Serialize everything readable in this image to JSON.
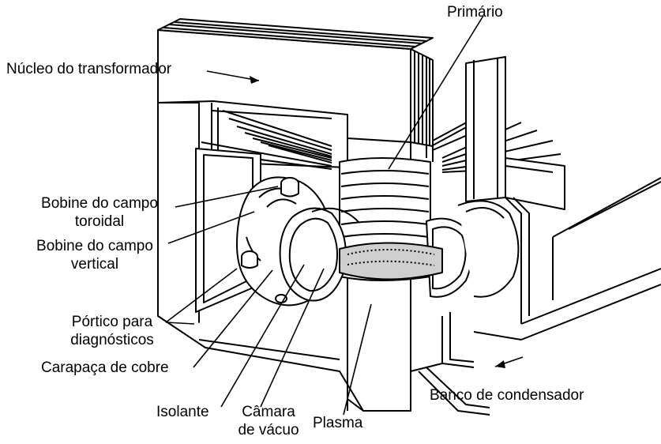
{
  "labels": {
    "primario": "Primário",
    "nucleo": "Núcleo do transformador",
    "bobine_toroidal_1": "Bobine do campo",
    "bobine_toroidal_2": "toroidal",
    "bobine_vertical_1": "Bobine do campo",
    "bobine_vertical_2": "vertical",
    "portico_1": "Pórtico para",
    "portico_2": "diagnósticos",
    "carapaca": "Carapaça de cobre",
    "banco": "Banco de condensador",
    "isolante": "Isolante",
    "camara_1": "Câmara",
    "camara_2": "de vácuo",
    "plasma": "Plasma"
  },
  "colors": {
    "ink": "#000000",
    "paper": "#ffffff",
    "plasma_fill": "#cfcfcf"
  }
}
